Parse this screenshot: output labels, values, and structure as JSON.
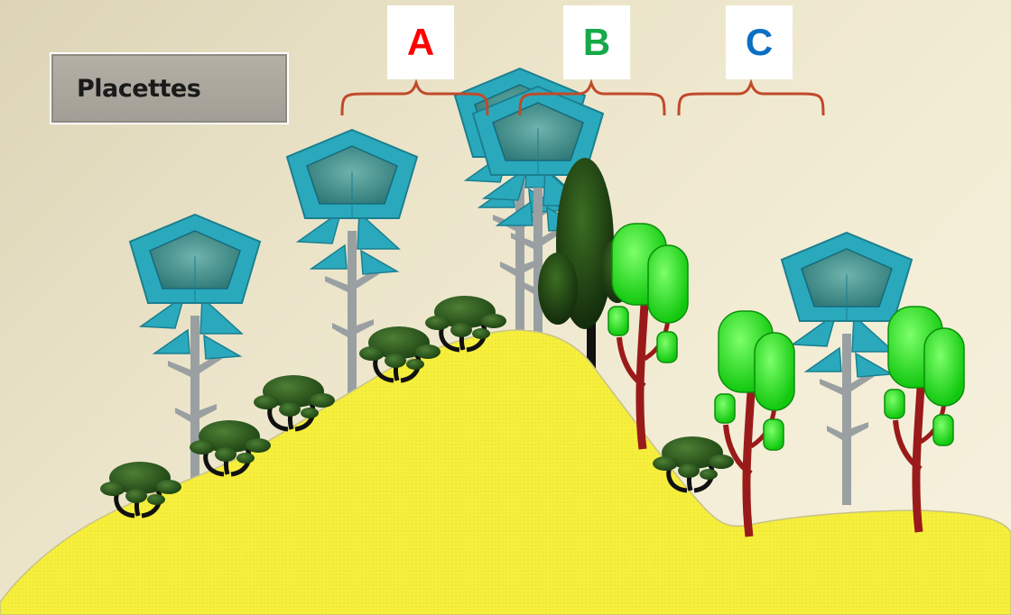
{
  "title_box": {
    "label": "Placettes"
  },
  "plots": [
    {
      "letter": "A",
      "color": "#ff0000"
    },
    {
      "letter": "B",
      "color": "#16a94a"
    },
    {
      "letter": "C",
      "color": "#0a6fc4"
    }
  ],
  "colors": {
    "hill": "#f6ef3c",
    "brace": "#c04a2a",
    "canopy_teal": "#2aa9bd",
    "canopy_inner": "#3f8f8c",
    "trunk_grey": "#9aa0a2",
    "shrub_dark": "#2f5a1e",
    "broadleaf_green": "#22e01a",
    "broadleaf_trunk": "#9a1a1a",
    "dark_tree": "#17330f"
  },
  "icons": [
    "pentagon-canopy-tree-icon",
    "shrub-icon",
    "broadleaf-tree-icon",
    "dark-conifer-icon",
    "curly-brace-icon"
  ]
}
